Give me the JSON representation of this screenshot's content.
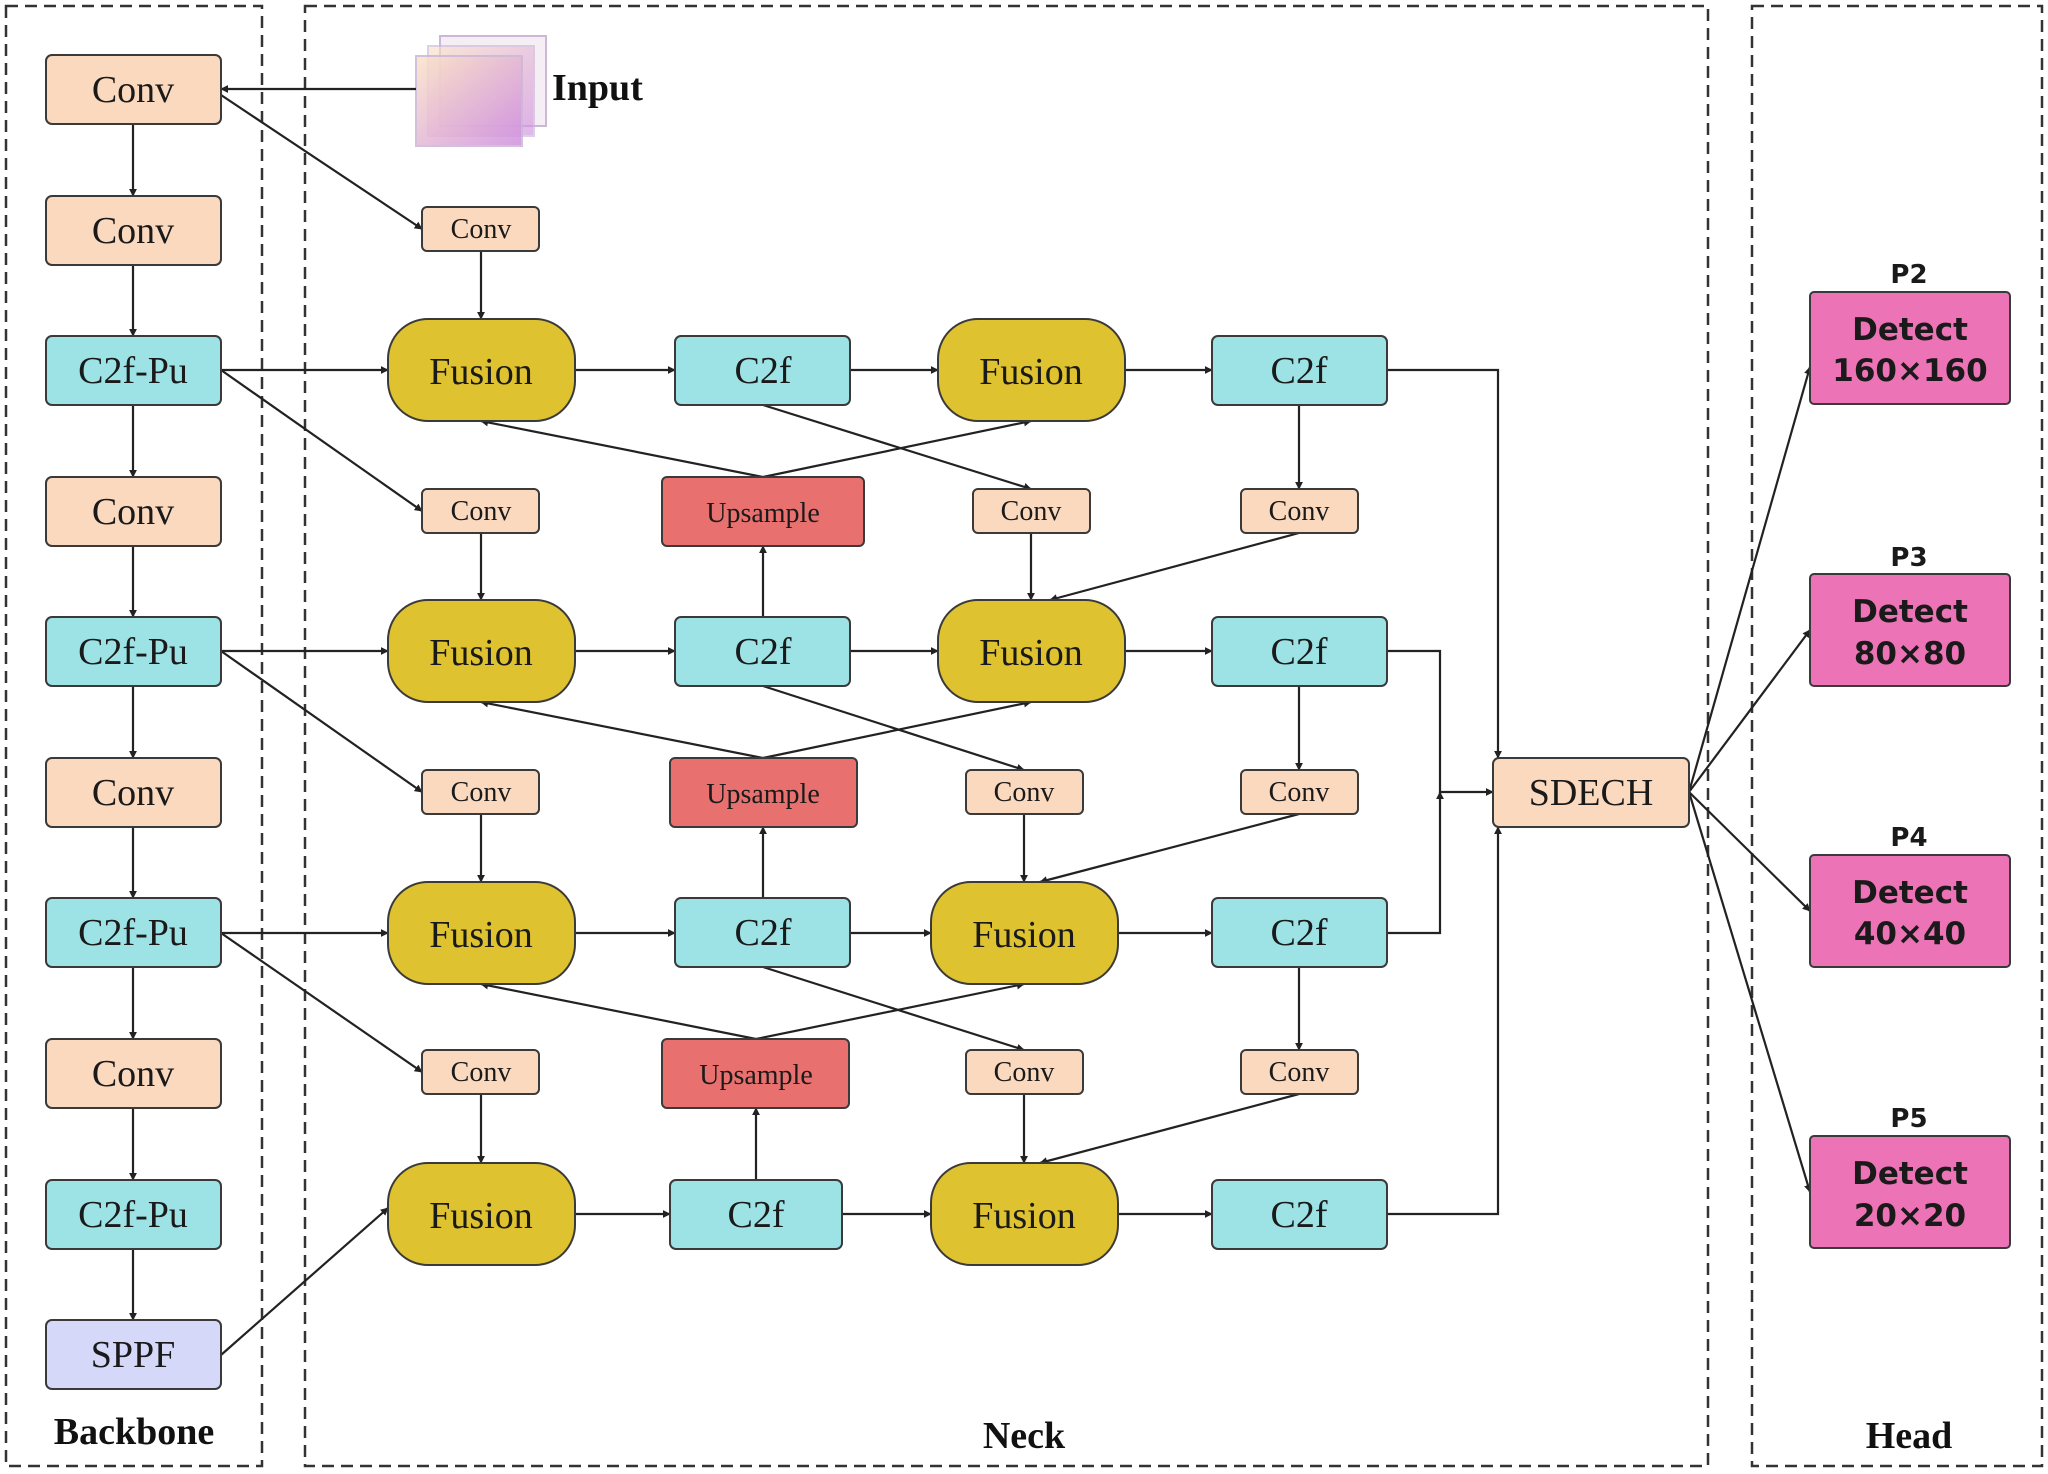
{
  "input_label": "Input",
  "sections": {
    "backbone": "Backbone",
    "neck": "Neck",
    "head": "Head"
  },
  "backbone": [
    "Conv",
    "Conv",
    "C2f-Pu",
    "Conv",
    "C2f-Pu",
    "Conv",
    "C2f-Pu",
    "Conv",
    "C2f-Pu",
    "SPPF"
  ],
  "neck": {
    "conv": "Conv",
    "fusion": "Fusion",
    "c2f": "C2f",
    "upsample": "Upsample",
    "sdech": "SDECH"
  },
  "head": [
    {
      "label": "P2",
      "title": "Detect",
      "size": "160×160"
    },
    {
      "label": "P3",
      "title": "Detect",
      "size": "80×80"
    },
    {
      "label": "P4",
      "title": "Detect",
      "size": "40×40"
    },
    {
      "label": "P5",
      "title": "Detect",
      "size": "20×20"
    }
  ],
  "colors": {
    "conv": "#fbd9bf",
    "c2f": "#9de3e6",
    "fusion": "#dfc22f",
    "upsample": "#e8716f",
    "sppf": "#d5d8f8",
    "detect": "#ec73b6",
    "stroke": "#3a3a3a"
  }
}
